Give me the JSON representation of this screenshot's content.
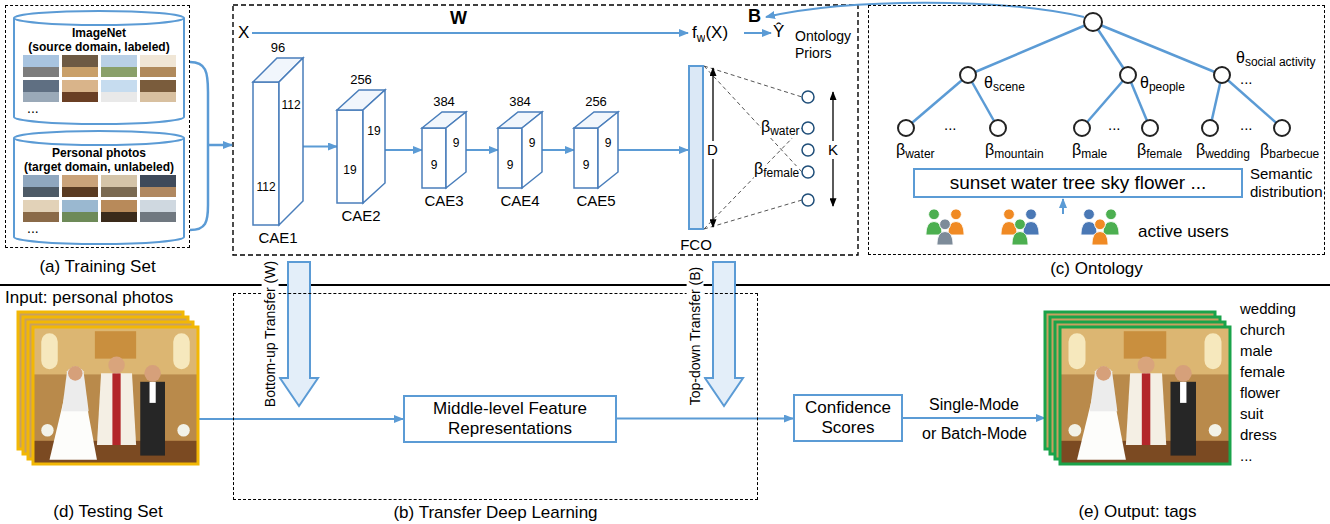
{
  "diagram": {
    "nodes": [
      {
        "text": [
          "(a) Training Set"
        ]
      },
      {
        "text": [
          "ImageNet",
          "(source domain, labeled)",
          "..."
        ],
        "in": 0
      },
      {
        "text": [
          "Personal photos",
          "(target domain, unlabeled)",
          "..."
        ],
        "in": 0
      },
      {
        "text": [
          "96",
          "112",
          "112",
          "CAE1"
        ]
      },
      {
        "text": [
          "256",
          "19",
          "19",
          "CAE2"
        ]
      },
      {
        "text": [
          "384",
          "9",
          "9",
          "CAE3"
        ]
      },
      {
        "text": [
          "384",
          "9",
          "9",
          "CAE4"
        ]
      },
      {
        "text": [
          "256",
          "9",
          "9",
          "CAE5"
        ]
      },
      {
        "text": [
          "FCO"
        ]
      },
      {
        "text": [
          "(c) Ontology"
        ]
      },
      {
        "text": [
          "sunset water tree sky flower ..."
        ],
        "in": 9
      },
      {
        "text": [
          "(d) Testing Set"
        ]
      },
      {
        "text": [
          "(b) Transfer Deep Learning"
        ]
      },
      {
        "text": [
          "Middle-level Feature Representations"
        ],
        "in": 12
      },
      {
        "text": [
          "Confidence Scores"
        ]
      },
      {
        "text": [
          "(e) Output: tags"
        ]
      }
    ],
    "edges": [
      {
        "from": 3,
        "to": 4,
        "arrow": "to"
      },
      {
        "from": 4,
        "to": 5,
        "arrow": "to"
      },
      {
        "from": 5,
        "to": 6,
        "arrow": "to"
      },
      {
        "from": 6,
        "to": 7,
        "arrow": "to"
      },
      {
        "from": 7,
        "to": 8,
        "arrow": "to"
      },
      {
        "from": 11,
        "to": 13,
        "arrow": "to"
      },
      {
        "from": 13,
        "to": 14,
        "arrow": "to"
      },
      {
        "from": 14,
        "to": 15,
        "label": "Single-Mode",
        "arrow": "to"
      }
    ],
    "labels": [
      "X",
      "W",
      "f",
      "w",
      "(X)",
      "B",
      "Ŷ",
      "Ontology Priors",
      "D",
      "β",
      "water",
      "β",
      "female",
      "K",
      "θ",
      "scene",
      "θ",
      "people",
      "θ",
      "social activity",
      "...",
      "β",
      "water",
      "...",
      "β",
      "mountain",
      "β",
      "male",
      "...",
      "β",
      "female",
      "β",
      "wedding",
      "...",
      "β",
      "barbecue",
      "Semantic distribution",
      "active users",
      "Input: personal photos",
      "Bottom-up Transfer (W)",
      "Top-down Transfer (B)",
      "or Batch-Mode",
      "wedding",
      "church",
      "male",
      "female",
      "flower",
      "suit",
      "dress",
      "..."
    ]
  }
}
